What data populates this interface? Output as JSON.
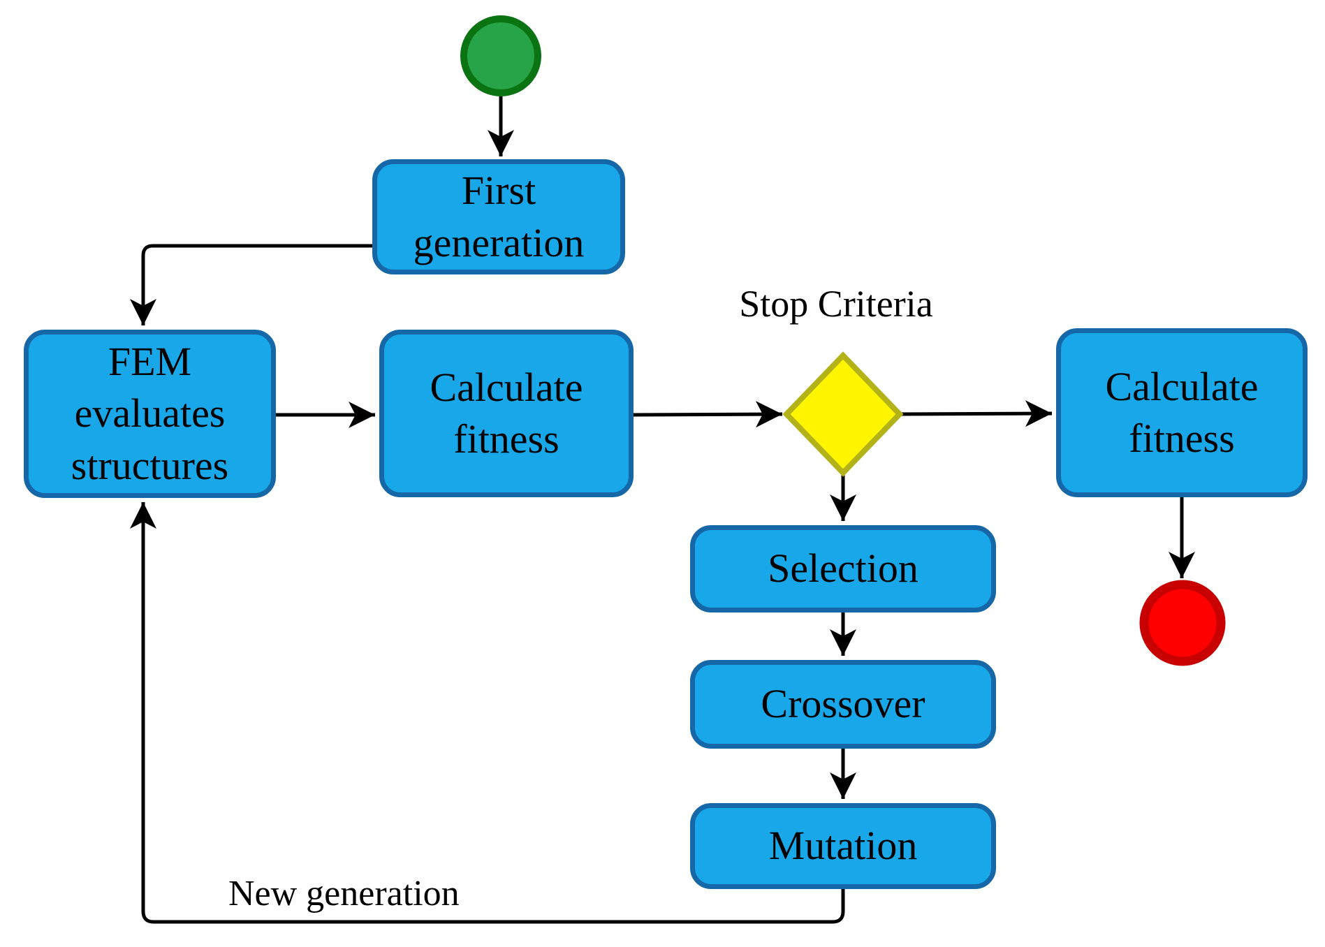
{
  "colors": {
    "background": "#FFFFFF",
    "process_fill": "#18A7E8",
    "process_border": "#1567A8",
    "decision_fill": "#FFF500",
    "decision_border": "#B3B319",
    "start_fill": "#27A447",
    "start_border": "#0B7412",
    "end_fill": "#FF0000",
    "end_border": "#C80000",
    "edge": "#000000",
    "text": "#000000"
  },
  "diagram": {
    "nodes": {
      "first_generation": "First\ngeneration",
      "fem": "FEM\nevaluates\nstructures",
      "calculate_fitness_left": "Calculate\nfitness",
      "stop_criteria": "Stop Criteria",
      "selection": "Selection",
      "crossover": "Crossover",
      "mutation": "Mutation",
      "calculate_fitness_right": "Calculate\nfitness"
    },
    "edge_labels": {
      "new_generation": "New generation"
    }
  }
}
